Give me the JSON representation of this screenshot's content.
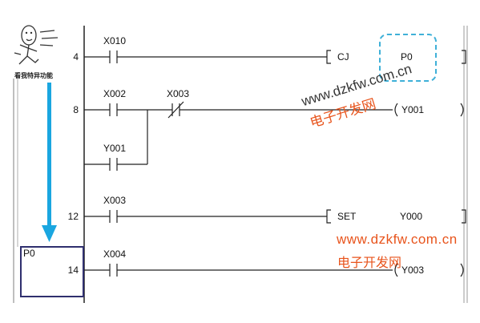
{
  "mascot": {
    "caption": "看我特异功能",
    "icon": "running-cartoon-character-icon"
  },
  "colors": {
    "wire": "#222222",
    "jump_arrow": "#1aa6e0",
    "dashed_highlight": "#3fb0d8",
    "label_box": "#2f2f6e",
    "watermark_orange": "#e8541c"
  },
  "rungs": [
    {
      "step": "4",
      "contact": "X010",
      "instruction": "CJ",
      "operand": "P0"
    },
    {
      "step": "8",
      "contact": "X002",
      "contact2": "X003",
      "parallel_contact": "Y001",
      "coil": "Y001"
    },
    {
      "step": "12",
      "contact": "X003",
      "instruction": "SET",
      "operand": "Y000"
    },
    {
      "step": "14",
      "contact": "X004",
      "coil": "Y003",
      "pointer_label": "P0"
    }
  ],
  "watermarks": {
    "url": "www.dzkfw.com.cn",
    "site_name": "电子开发网"
  }
}
